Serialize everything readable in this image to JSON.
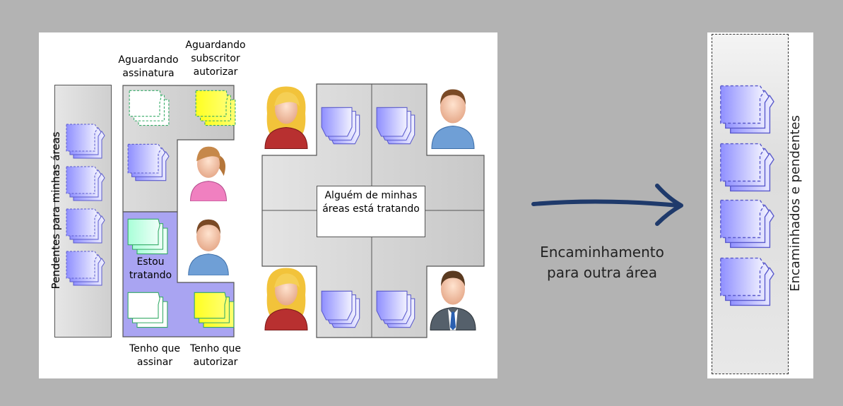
{
  "left_diagram": {
    "pendentes_label": "Pendentes para minhas áreas",
    "aguardando_assinatura": "Aguardando assinatura",
    "aguardando_subscritor": "Aguardando subscritor autorizar",
    "estou_tratando": "Estou tratando",
    "tenho_assinar": "Tenho que assinar",
    "tenho_autorizar": "Tenho que autorizar",
    "alguem_tratando": "Alguém de minhas áreas está tratando"
  },
  "arrow": {
    "label": "Encaminhamento para outra área"
  },
  "right_diagram": {
    "label": "Encaminhados e pendentes"
  },
  "colors": {
    "background": "#b3b3b3",
    "doc_purple": "#b9b9ff",
    "doc_green": "#c8ffe8",
    "doc_yellow": "#ffff33",
    "purple_area": "#a9a4f2",
    "arrow": "#1f3a6b"
  }
}
